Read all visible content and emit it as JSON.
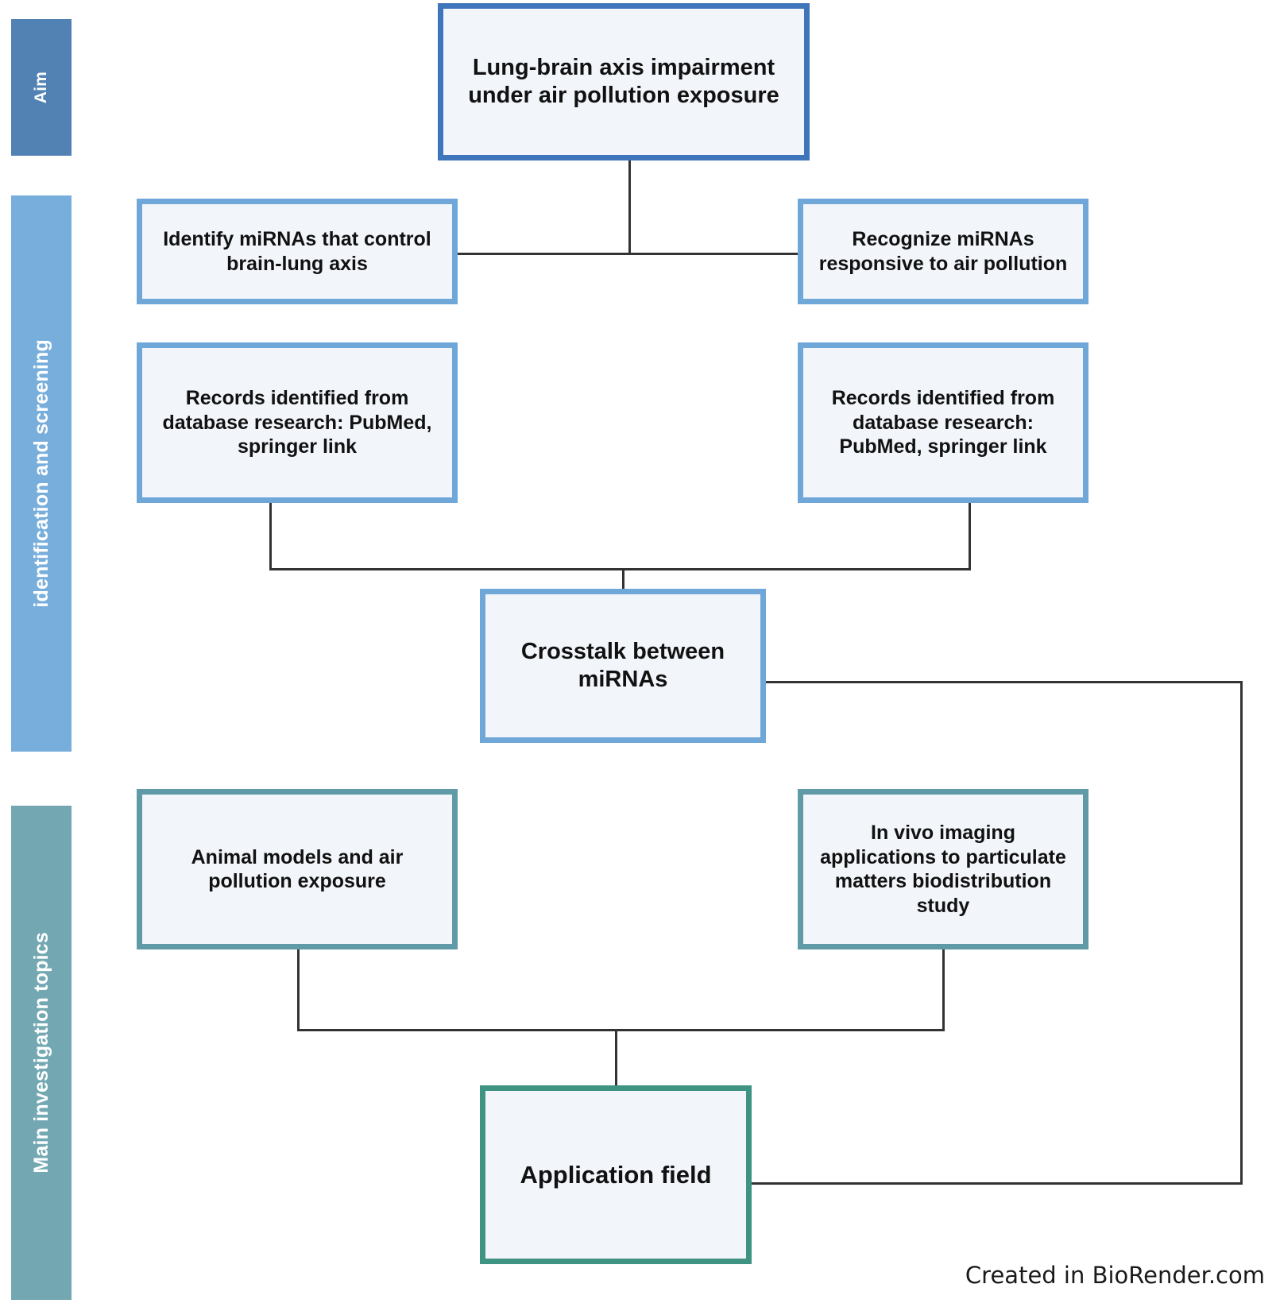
{
  "diagram": {
    "title_text": "Lung-brain axis impairment under air pollution exposure",
    "bands": [
      {
        "id": "aim",
        "label": "Aim",
        "color": "#5182b3"
      },
      {
        "id": "ident",
        "label": "identification  and screening",
        "color": "#78aedb"
      },
      {
        "id": "main",
        "label": "Main investigation topics",
        "color": "#73a8b3"
      }
    ],
    "nodes": [
      {
        "id": "aim",
        "label": "Lung-brain axis impairment under air pollution exposure",
        "border": "#3f76bb",
        "fill": "#f2f5fa"
      },
      {
        "id": "identify",
        "label": "Identify miRNAs that control brain-lung axis",
        "border": "#6fa8d8",
        "fill": "#f2f5fa"
      },
      {
        "id": "recognize",
        "label": "Recognize miRNAs responsive to air pollution",
        "border": "#6fa8d8",
        "fill": "#f2f5fa"
      },
      {
        "id": "records_l",
        "label": "Records identified from database  research: PubMed, springer link",
        "border": "#6fa8d8",
        "fill": "#f2f5fa"
      },
      {
        "id": "records_r",
        "label": "Records identified from database  research: PubMed, springer link",
        "border": "#6fa8d8",
        "fill": "#f2f5fa"
      },
      {
        "id": "crosstalk",
        "label": "Crosstalk between miRNAs",
        "border": "#6fa8d8",
        "fill": "#f2f5fa"
      },
      {
        "id": "animal",
        "label": "Animal models and air pollution exposure",
        "border": "#5f9aa6",
        "fill": "#f2f5fa"
      },
      {
        "id": "invivo",
        "label": "In vivo imaging applications to particulate matters biodistribution study",
        "border": "#5f9aa6",
        "fill": "#f2f5fa"
      },
      {
        "id": "application",
        "label": "Application field",
        "border": "#3f9383",
        "fill": "#f2f5fa"
      }
    ],
    "connector_color": "#333333",
    "credit": "Created in BioRender.com"
  }
}
